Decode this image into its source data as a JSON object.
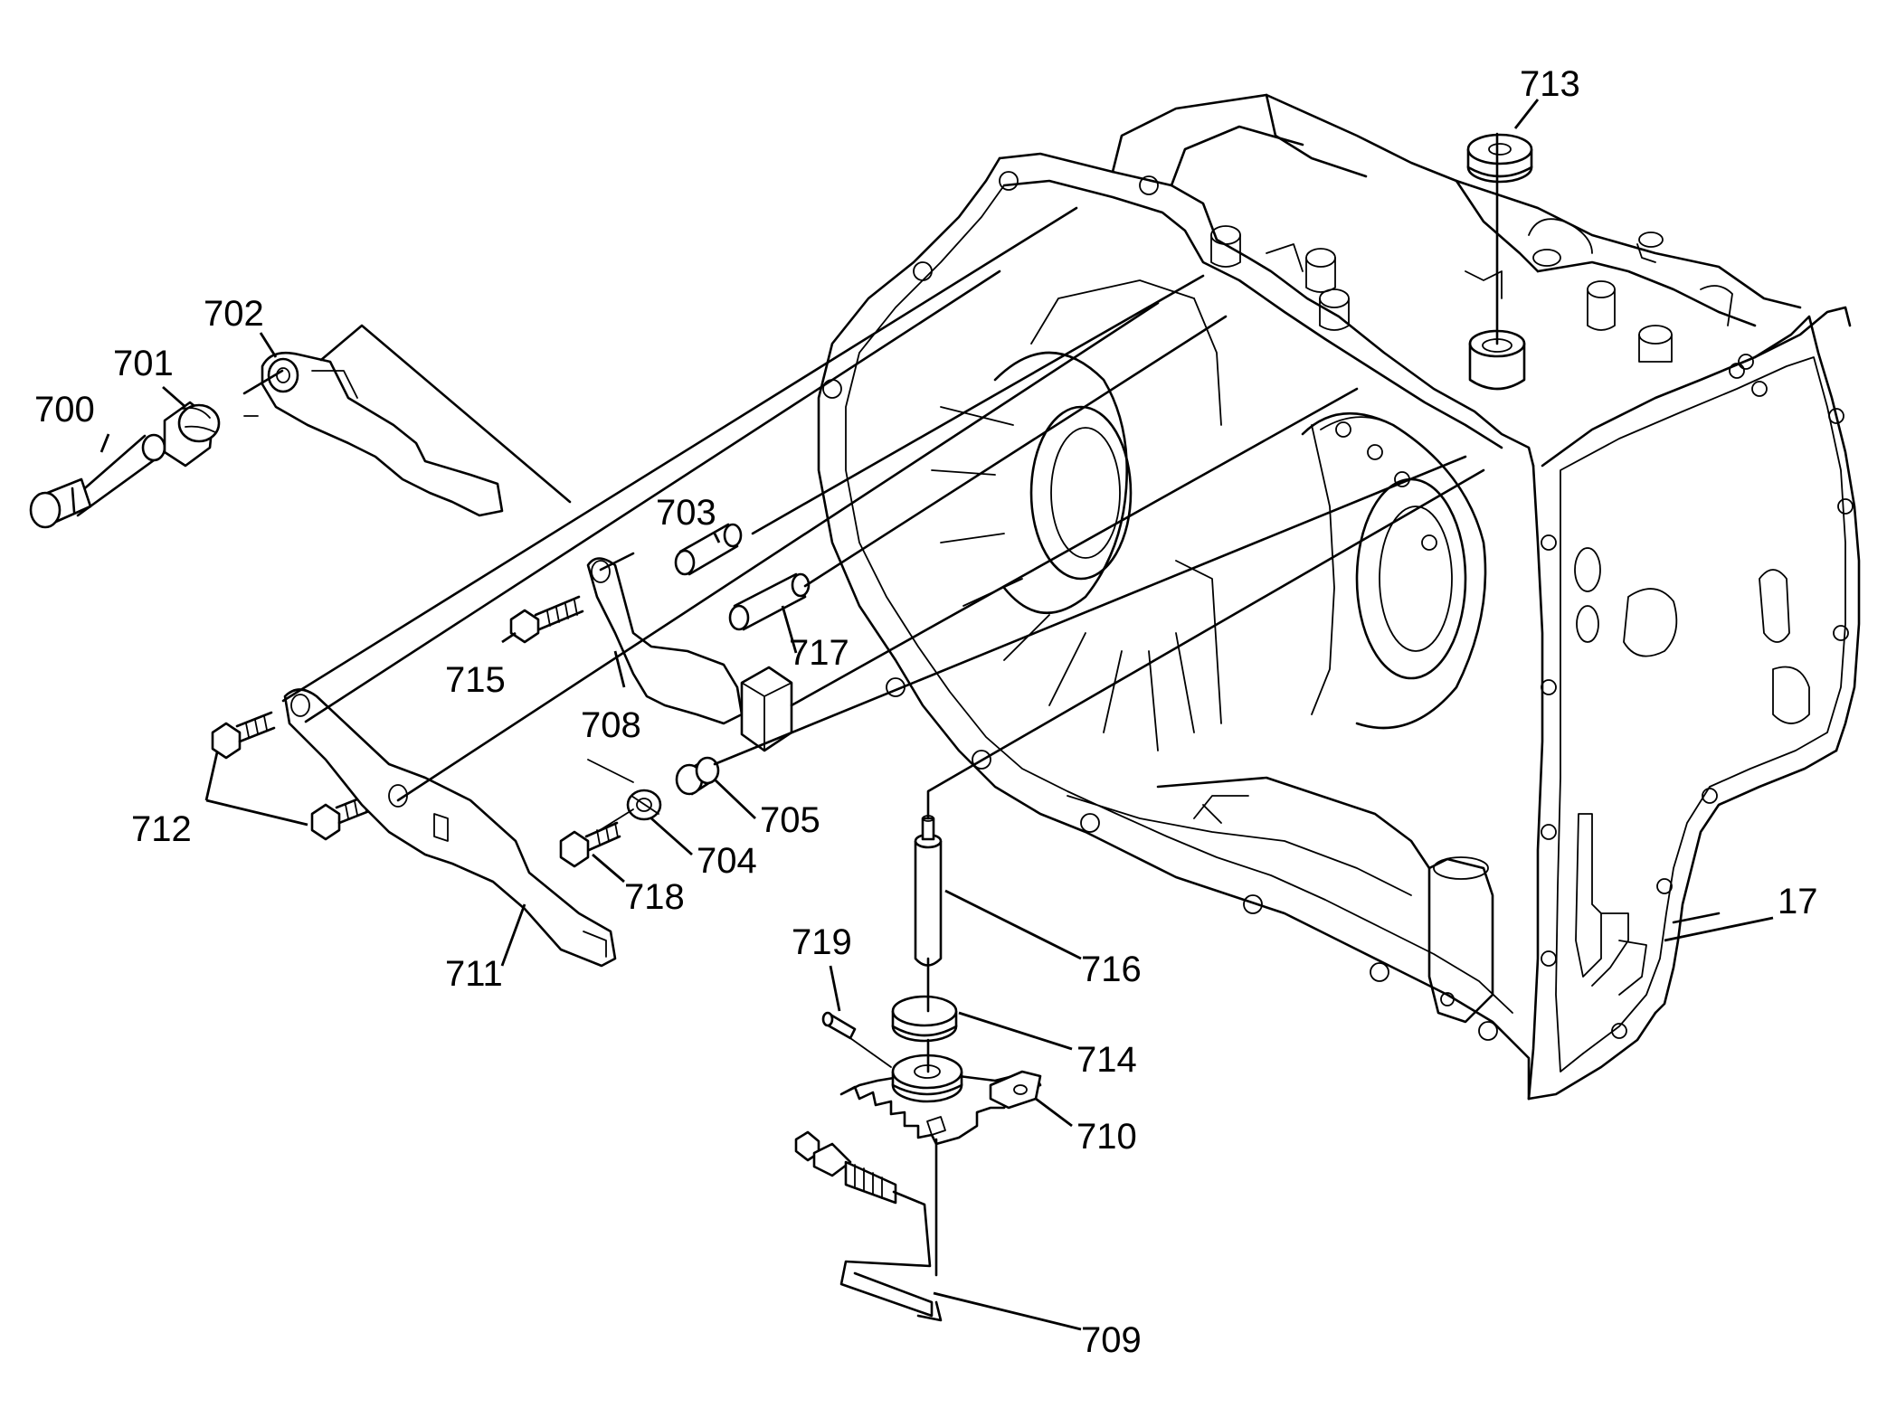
{
  "callouts": [
    {
      "key": "l700",
      "text": "700"
    },
    {
      "key": "l701",
      "text": "701"
    },
    {
      "key": "l702",
      "text": "702"
    },
    {
      "key": "l703",
      "text": "703"
    },
    {
      "key": "l704",
      "text": "704"
    },
    {
      "key": "l705",
      "text": "705"
    },
    {
      "key": "l708",
      "text": "708"
    },
    {
      "key": "l709",
      "text": "709"
    },
    {
      "key": "l710",
      "text": "710"
    },
    {
      "key": "l711",
      "text": "711"
    },
    {
      "key": "l712",
      "text": "712"
    },
    {
      "key": "l713",
      "text": "713"
    },
    {
      "key": "l714",
      "text": "714"
    },
    {
      "key": "l715",
      "text": "715"
    },
    {
      "key": "l716",
      "text": "716"
    },
    {
      "key": "l717",
      "text": "717"
    },
    {
      "key": "l718",
      "text": "718"
    },
    {
      "key": "l719",
      "text": "719"
    },
    {
      "key": "l17",
      "text": "17"
    }
  ],
  "labels": {
    "l700": "700",
    "l701": "701",
    "l702": "702",
    "l703": "703",
    "l704": "704",
    "l705": "705",
    "l708": "708",
    "l709": "709",
    "l710": "710",
    "l711": "711",
    "l712": "712",
    "l713": "713",
    "l714": "714",
    "l715": "715",
    "l716": "716",
    "l717": "717",
    "l718": "718",
    "l719": "719",
    "l17": "17"
  }
}
